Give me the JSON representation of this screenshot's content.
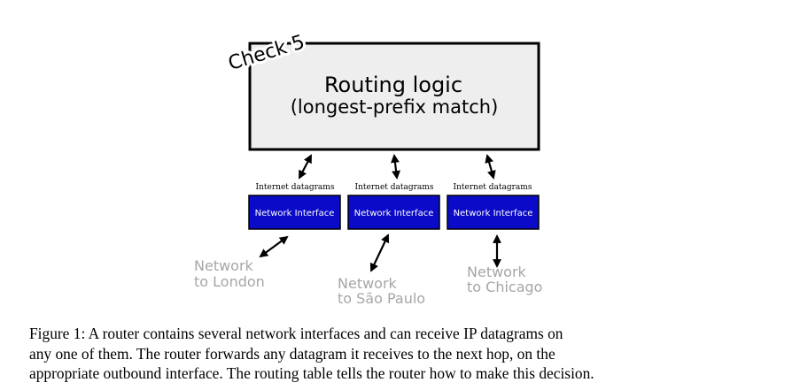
{
  "check_label": "Check 5",
  "routing_box": {
    "title": "Routing logic",
    "subtitle": "(longest-prefix match)"
  },
  "interfaces": [
    {
      "datagram_label": "Internet datagrams",
      "label": "Network Interface"
    },
    {
      "datagram_label": "Internet datagrams",
      "label": "Network Interface"
    },
    {
      "datagram_label": "Internet datagrams",
      "label": "Network Interface"
    }
  ],
  "networks": [
    {
      "line1": "Network",
      "line2": "to London"
    },
    {
      "line1": "Network",
      "line2": "to São Paulo"
    },
    {
      "line1": "Network",
      "line2": "to Chicago"
    }
  ],
  "caption": {
    "line1": "Figure 1: A router contains several network interfaces and can receive IP datagrams on",
    "line2": "any one of them. The router forwards any datagram it receives to the next hop, on the",
    "line3": "appropriate outbound interface. The routing table tells the router how to make this decision."
  },
  "colors": {
    "interface_fill": "#0a0ac8",
    "routing_fill": "#eeeeee",
    "network_text": "#a6a6a6"
  }
}
